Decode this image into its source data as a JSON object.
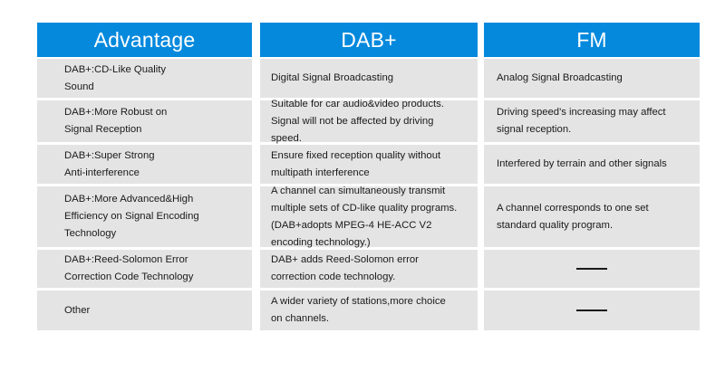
{
  "table": {
    "columns": [
      {
        "id": "advantage",
        "header": "Advantage",
        "cells": [
          "DAB+:CD-Like Quality\nSound",
          "DAB+:More Robust on\nSignal Reception",
          "DAB+:Super Strong\nAnti-interference",
          "DAB+:More Advanced&High\nEfficiency on Signal Encoding\nTechnology",
          "DAB+:Reed-Solomon Error\nCorrection Code Technology",
          "Other"
        ]
      },
      {
        "id": "dabplus",
        "header": "DAB+",
        "cells": [
          "Digital Signal Broadcasting",
          "Suitable for car audio&video products.\nSignal will not be affected by driving\nspeed.",
          "Ensure fixed reception quality without\nmultipath interference",
          "A channel can simultaneously transmit\nmultiple sets of CD-like quality programs.\n(DAB+adopts MPEG-4 HE-ACC V2\nencoding technology.)",
          "DAB+ adds Reed-Solomon error\ncorrection code technology.",
          "A wider variety of stations,more choice\non channels."
        ]
      },
      {
        "id": "fm",
        "header": "FM",
        "cells": [
          "Analog Signal Broadcasting",
          "Driving speed's increasing may affect\nsignal reception.",
          "Interfered by terrain and other signals",
          "A channel corresponds to one set\nstandard quality program.",
          "",
          ""
        ]
      }
    ],
    "colors": {
      "header_background": "#0489dd",
      "header_text": "#ffffff",
      "cell_background": "#e4e4e4",
      "cell_text": "#1a1a1a",
      "page_background": "#ffffff"
    }
  }
}
